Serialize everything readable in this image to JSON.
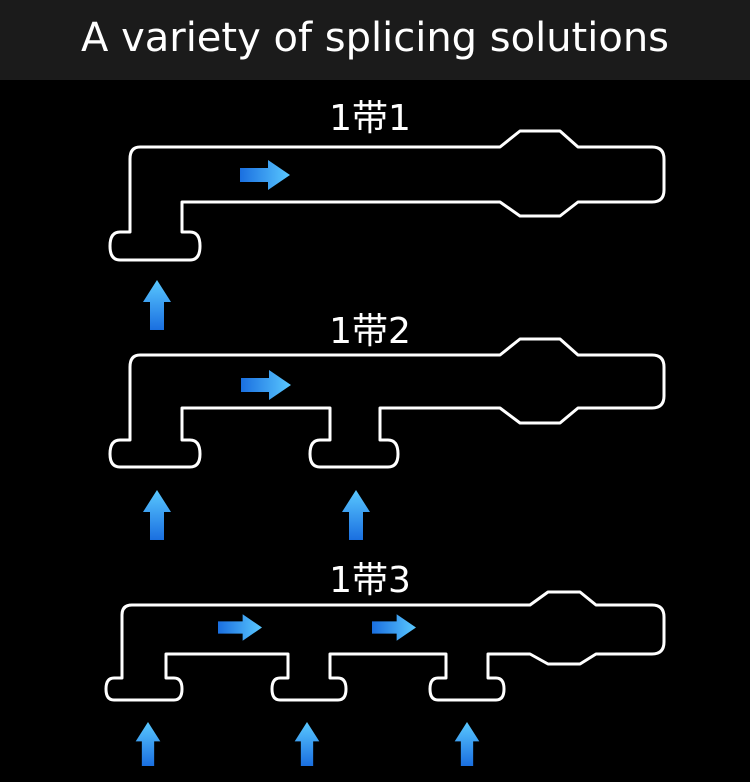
{
  "header": {
    "title": "A variety of splicing solutions"
  },
  "colors": {
    "background": "#000000",
    "header_bg": "#1b1b1b",
    "pipe": "#ffffff",
    "arrow_light": "#5ac8ff",
    "arrow_dark": "#1a6fe0"
  },
  "diagrams": [
    {
      "label": "1带1",
      "inlets": 1,
      "flow_arrows": 1
    },
    {
      "label": "1带2",
      "inlets": 2,
      "flow_arrows": 1
    },
    {
      "label": "1带3",
      "inlets": 3,
      "flow_arrows": 2
    }
  ]
}
